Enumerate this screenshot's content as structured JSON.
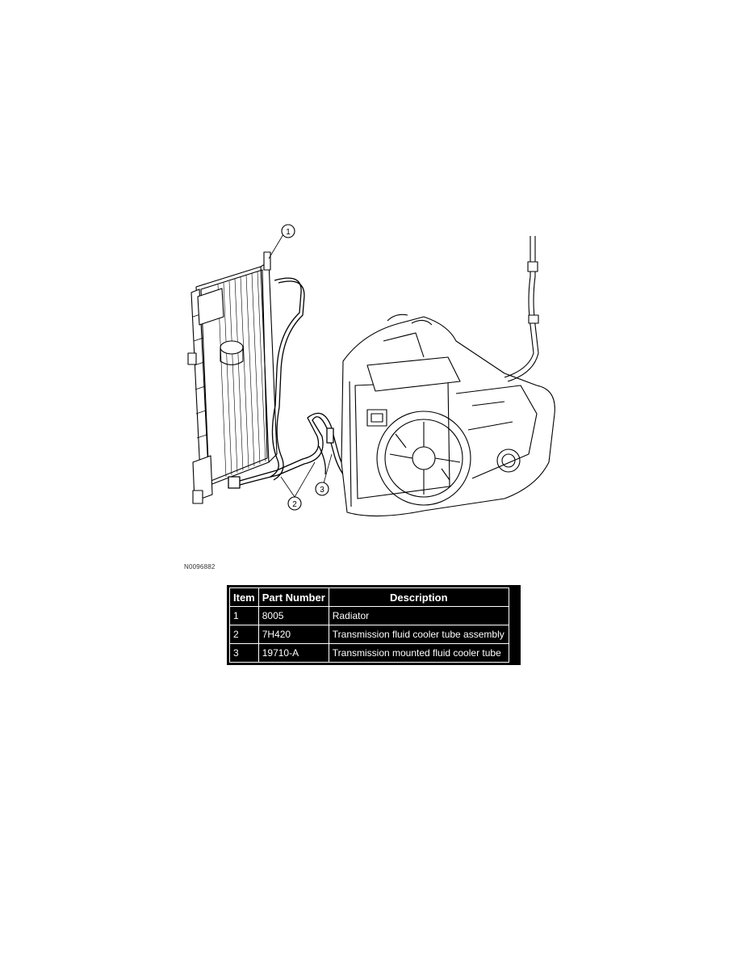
{
  "figure": {
    "code": "N0096882",
    "callouts": [
      "1",
      "2",
      "3"
    ],
    "icons": [
      "radiator-drawing",
      "transmission-drawing",
      "cooler-tube-drawing"
    ]
  },
  "legend": {
    "headers": [
      "Item",
      "Part Number",
      "Description"
    ],
    "rows": [
      {
        "item": "1",
        "part": "8005",
        "desc": "Radiator"
      },
      {
        "item": "2",
        "part": "7H420",
        "desc": "Transmission fluid cooler tube assembly"
      },
      {
        "item": "3",
        "part": "19710-A",
        "desc": "Transmission mounted fluid cooler tube"
      }
    ]
  }
}
